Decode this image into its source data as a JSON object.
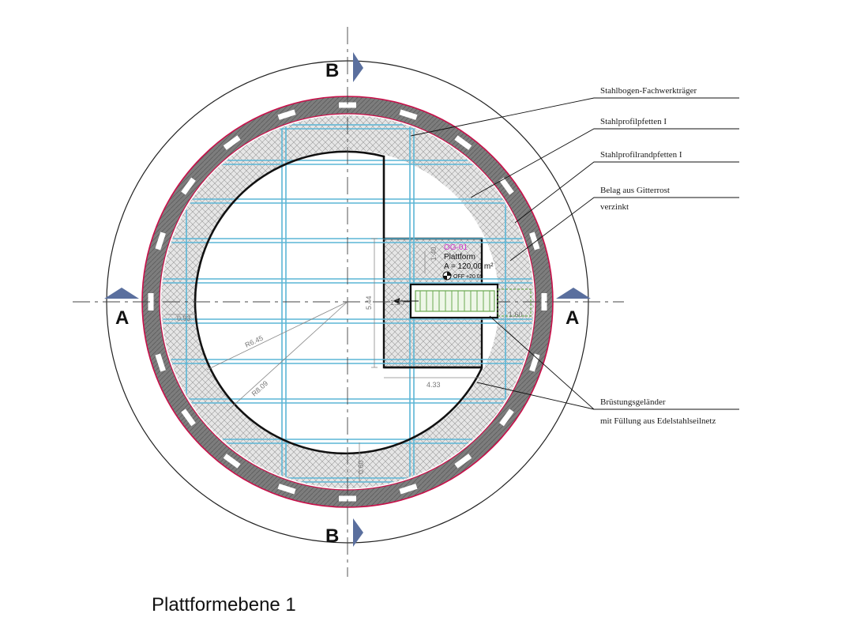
{
  "title": "Plattformebene 1",
  "section_labels": {
    "a": "A",
    "b": "B"
  },
  "callouts": [
    "Stahlbogen-Fachwerkträger",
    "Stahlprofilpfetten I",
    "Stahlprofilrandpfetten I",
    "Belag aus Gitterrost",
    "verzinkt",
    "Brüstungsgeländer",
    "mit Füllung aus Edelstahlseilnetz"
  ],
  "room_tag": {
    "id": "OG-01",
    "name": "Plattform",
    "area": "A = 120,00 m²",
    "level": "OFF +20.09"
  },
  "dimensions": {
    "r_inner": "R6.45",
    "r_outer": "R8.09",
    "d_544": "5.44",
    "d_433": "4.33",
    "d_120": "1.20",
    "d_093": "0.93",
    "d_160": "1.60",
    "d_040": "1.40",
    "d_060": "0.60"
  },
  "colors": {
    "truss_ring": "#8a8a8a",
    "edge_red": "#c8104a",
    "steel_cyan": "#5bb6d6",
    "stair_green": "#6aa84f",
    "tag_magenta": "#cc33cc",
    "section_arrow": "#5a6f9e"
  }
}
